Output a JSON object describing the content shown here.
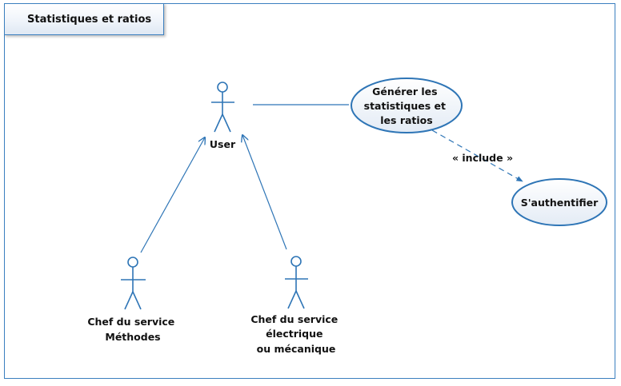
{
  "diagram": {
    "title": "Statistiques et ratios",
    "actors": {
      "user": [
        "User"
      ],
      "chef_methodes": [
        "Chef du service",
        "Méthodes"
      ],
      "chef_electrique": [
        "Chef du service",
        "électrique",
        "ou mécanique"
      ]
    },
    "use_cases": {
      "generer": [
        "Générer les",
        "statistiques et",
        "les ratios"
      ],
      "authentifier": [
        "S'authentifier"
      ]
    },
    "relations": {
      "include_label": "« include »"
    },
    "colors": {
      "stroke": "#2e75b6",
      "ellipse_fill_top": "#ffffff",
      "ellipse_fill_bottom": "#e3ebf5",
      "border": "#3a7fbf"
    }
  }
}
